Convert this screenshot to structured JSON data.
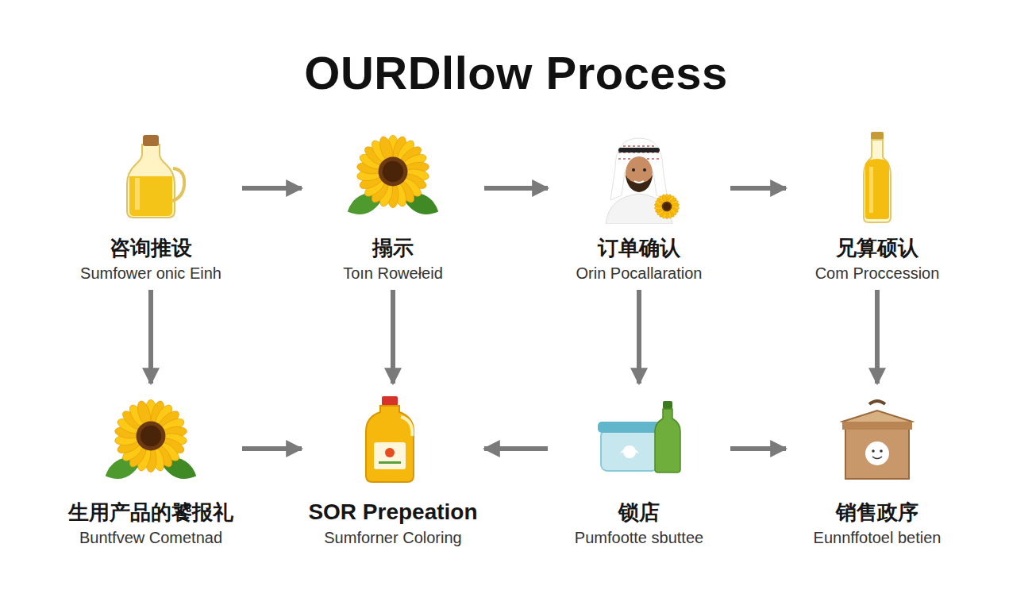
{
  "diagram": {
    "title": "OURDllow Process",
    "nodes": [
      {
        "text": [
          "咨询推设",
          "Sumfower onic Einh"
        ]
      },
      {
        "text": [
          "搨示",
          "Toın Rowełeid"
        ]
      },
      {
        "text": [
          "订单确认",
          "Orin Pocallaration"
        ]
      },
      {
        "text": [
          "兄算硕认",
          "Com Proccession"
        ]
      },
      {
        "text": [
          "生用产品的饕报礼",
          "Buntfvew Cometnad"
        ]
      },
      {
        "text": [
          "SOR Prepeation",
          "Sumforner Coloring"
        ]
      },
      {
        "text": [
          "锁店",
          "Pumfootte sbuttee"
        ]
      },
      {
        "text": [
          "销售政序",
          "Eunnffotoel betien"
        ]
      }
    ],
    "edges": [
      {
        "from": 0,
        "to": 1,
        "arrow": "to"
      },
      {
        "from": 1,
        "to": 2,
        "arrow": "to"
      },
      {
        "from": 2,
        "to": 3,
        "arrow": "to"
      },
      {
        "from": 0,
        "to": 4,
        "arrow": "to"
      },
      {
        "from": 1,
        "to": 5,
        "arrow": "to"
      },
      {
        "from": 2,
        "to": 6,
        "arrow": "to"
      },
      {
        "from": 3,
        "to": 7,
        "arrow": "to"
      },
      {
        "from": 4,
        "to": 5,
        "arrow": "to"
      },
      {
        "from": 6,
        "to": 5,
        "arrow": "to"
      },
      {
        "from": 6,
        "to": 7,
        "arrow": "to"
      }
    ]
  }
}
